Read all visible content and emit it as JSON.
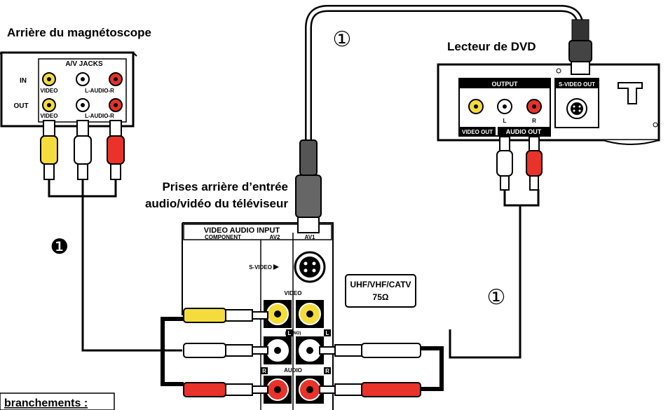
{
  "labels": {
    "vcr_title": "Arrière du magnétoscope",
    "dvd_title": "Lecteur de DVD",
    "tv_title_line1": "Prises arrière d’entrée",
    "tv_title_line2": "audio/vidéo du téléviseur",
    "connections_label": "branchements :"
  },
  "vcr_panel": {
    "header": "A/V JACKS",
    "row_in": "IN",
    "row_out": "OUT",
    "video": "VIDEO",
    "audio": "L-AUDIO-R"
  },
  "dvd_panel": {
    "output": "OUTPUT",
    "svideo_out": "S-VIDEO OUT",
    "video_out": "VIDEO OUT",
    "audio_out": "AUDIO OUT",
    "left": "L",
    "right": "R"
  },
  "tv_panel": {
    "header": "VIDEO AUDIO INPUT",
    "component": "COMPONENT",
    "av2": "AV2",
    "av1": "AV1",
    "svideo": "S-VIDEO",
    "video": "VIDEO",
    "mono": "(MONO)",
    "audio": "AUDIO",
    "left": "L",
    "right": "R"
  },
  "antenna": {
    "line1": "UHF/VHF/CATV",
    "line2": "75Ω"
  },
  "markers": {
    "circled_one_top": "①",
    "circled_one_right": "①",
    "filled_one": "❶"
  },
  "colors": {
    "video_yellow": "#f4dc3c",
    "audio_red": "#e8322a",
    "audio_white": "#ffffff",
    "line": "#000000"
  }
}
